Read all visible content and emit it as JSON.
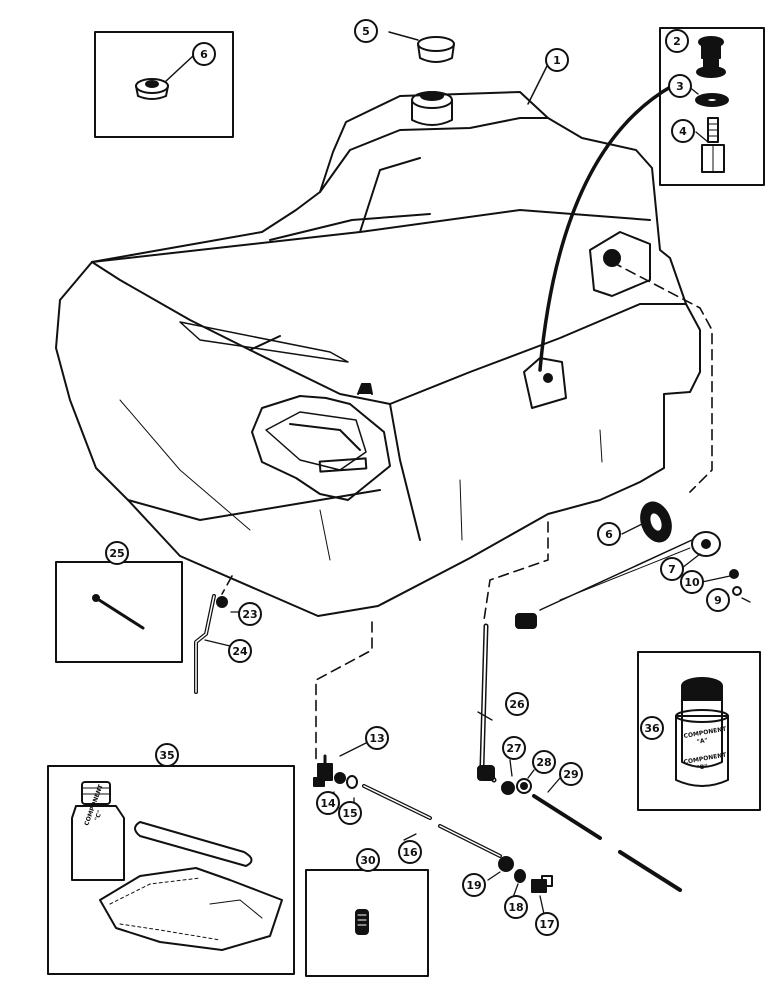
{
  "callouts": {
    "c1": "1",
    "c2": "2",
    "c3": "3",
    "c4": "4",
    "c5": "5",
    "c6a": "6",
    "c6b": "6",
    "c7": "7",
    "c9": "9",
    "c10": "10",
    "c13": "13",
    "c14": "14",
    "c15": "15",
    "c16": "16",
    "c17": "17",
    "c18": "18",
    "c19": "19",
    "c23": "23",
    "c24": "24",
    "c25": "25",
    "c26": "26",
    "c27": "27",
    "c28": "28",
    "c29": "29",
    "c30": "30",
    "c35": "35",
    "c36": "36"
  },
  "labels": {
    "bottle_line1": "COMPONENT",
    "bottle_line2": "\"C\"",
    "can_a_line1": "COMPONENT",
    "can_a_line2": "\"A\"",
    "can_b_line1": "COMPONENT",
    "can_b_line2": "\"B\""
  }
}
